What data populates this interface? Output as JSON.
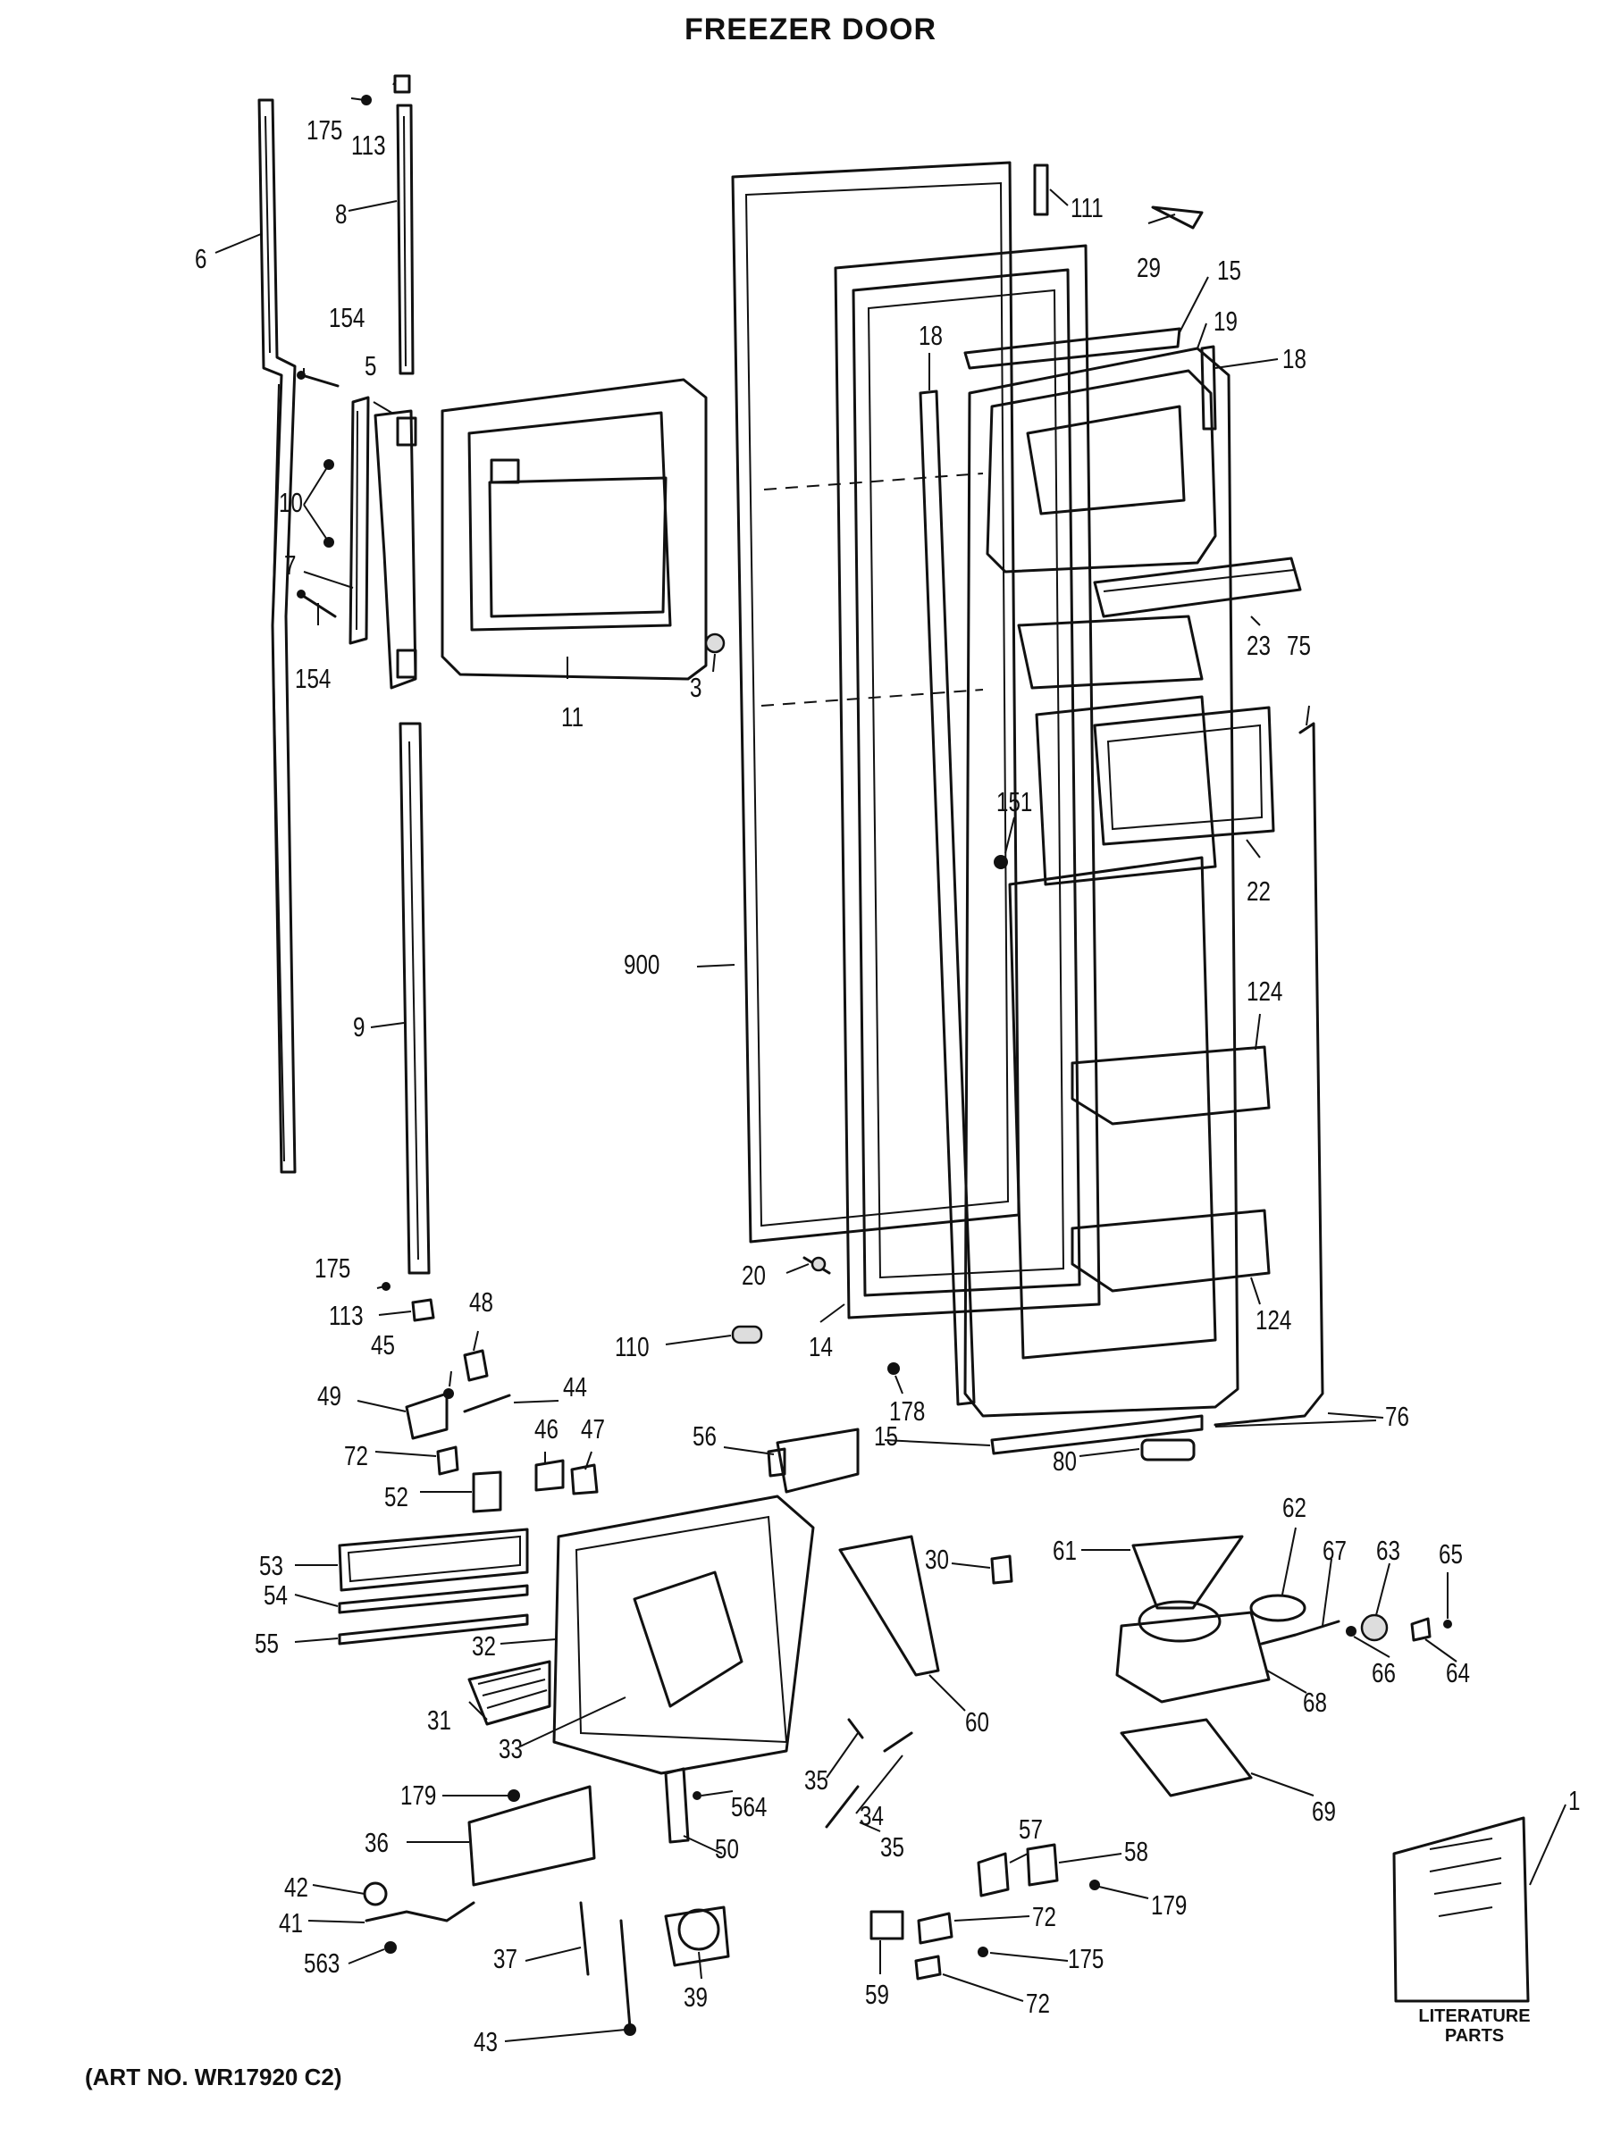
{
  "title_top": "MODEL WS...",
  "title": "FREEZER DOOR",
  "art_no": "(ART NO. WR17920 C2)",
  "literature": [
    "LITERATURE",
    "PARTS"
  ],
  "labels": [
    "175",
    "113",
    "8",
    "6",
    "154",
    "5",
    "10",
    "7",
    "154",
    "11",
    "3",
    "9",
    "111",
    "29",
    "15",
    "19",
    "18",
    "18",
    "23",
    "75",
    "151",
    "22",
    "900",
    "124",
    "124",
    "20",
    "14",
    "110",
    "178",
    "175",
    "113",
    "48",
    "45",
    "44",
    "49",
    "46",
    "47",
    "72",
    "52",
    "56",
    "15",
    "76",
    "80",
    "53",
    "54",
    "55",
    "32",
    "31",
    "33",
    "30",
    "60",
    "61",
    "62",
    "67",
    "63",
    "65",
    "68",
    "66",
    "64",
    "69",
    "35",
    "34",
    "35",
    "179",
    "36",
    "564",
    "50",
    "57",
    "58",
    "179",
    "42",
    "41",
    "563",
    "37",
    "39",
    "43",
    "72",
    "59",
    "175",
    "72",
    "1"
  ]
}
